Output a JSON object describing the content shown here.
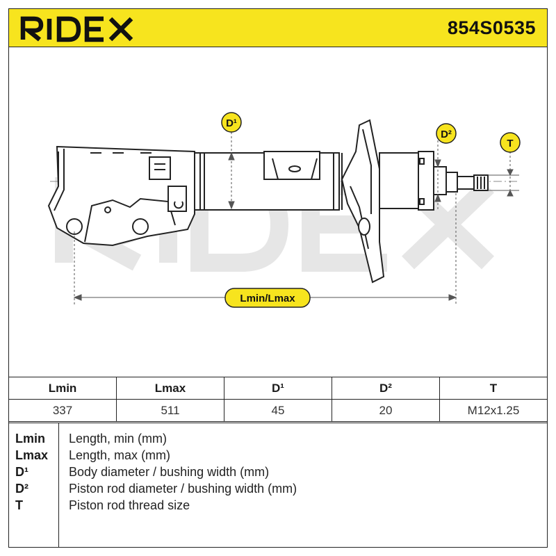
{
  "header": {
    "brand": "RIDEX",
    "part_number": "854S0535",
    "background_color": "#f7e41e"
  },
  "drawing": {
    "watermark": "RIDEX",
    "labels": {
      "d1": "D¹",
      "d2": "D²",
      "t": "T",
      "length": "Lmin/Lmax"
    }
  },
  "spec_table": {
    "headers": [
      "Lmin",
      "Lmax",
      "D¹",
      "D²",
      "T"
    ],
    "values": [
      "337",
      "511",
      "45",
      "20",
      "M12x1.25"
    ]
  },
  "legend": [
    {
      "key": "Lmin",
      "desc": "Length, min (mm)"
    },
    {
      "key": "Lmax",
      "desc": "Length, max (mm)"
    },
    {
      "key": "D¹",
      "desc": "Body diameter / bushing width (mm)"
    },
    {
      "key": "D²",
      "desc": "Piston rod diameter / bushing width (mm)"
    },
    {
      "key": "T",
      "desc": "Piston rod thread size"
    }
  ]
}
